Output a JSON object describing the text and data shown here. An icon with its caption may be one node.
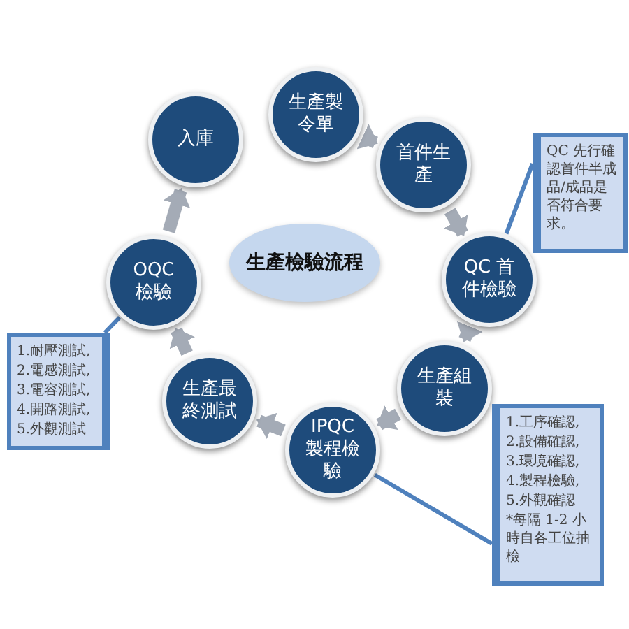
{
  "diagram": {
    "nodes": [
      {
        "text": [
          "生產檢驗流程"
        ]
      },
      {
        "text": [
          "生產製令單"
        ]
      },
      {
        "text": [
          "首件生產"
        ]
      },
      {
        "text": [
          "QC 首件檢驗"
        ]
      },
      {
        "text": [
          "生產組裝"
        ]
      },
      {
        "text": [
          "IPQC 製程檢驗"
        ]
      },
      {
        "text": [
          "生產最終測試"
        ]
      },
      {
        "text": [
          "OQC 檢驗"
        ]
      },
      {
        "text": [
          "入庫"
        ]
      },
      {
        "text": [
          "QC 先行確認首件半成品/成品是否符合要求。"
        ]
      },
      {
        "text": [
          "1.耐壓測試,",
          "2.電感測試,",
          "3.電容測試,",
          "4.開路測試,",
          "5.外觀測試"
        ]
      },
      {
        "text": [
          "1.工序確認,",
          "2.設備確認,",
          "3.環境確認,",
          "4.製程檢驗,",
          "5.外觀確認",
          "*每隔 1-2 小時自各工位抽檢"
        ]
      }
    ],
    "edges": [
      {
        "from": 1,
        "to": 2,
        "arrow": "to"
      },
      {
        "from": 2,
        "to": 3,
        "arrow": "to"
      },
      {
        "from": 3,
        "to": 4,
        "arrow": "to"
      },
      {
        "from": 4,
        "to": 5,
        "arrow": "to"
      },
      {
        "from": 5,
        "to": 6,
        "arrow": "to"
      },
      {
        "from": 6,
        "to": 7,
        "arrow": "to"
      },
      {
        "from": 7,
        "to": 8,
        "arrow": "to"
      },
      {
        "from": 3,
        "to": 9,
        "arrow": "none",
        "color": "#4f81bd"
      },
      {
        "from": 7,
        "to": 10,
        "arrow": "none",
        "color": "#4f81bd"
      },
      {
        "from": 5,
        "to": 11,
        "arrow": "none",
        "color": "#4f81bd"
      }
    ]
  }
}
